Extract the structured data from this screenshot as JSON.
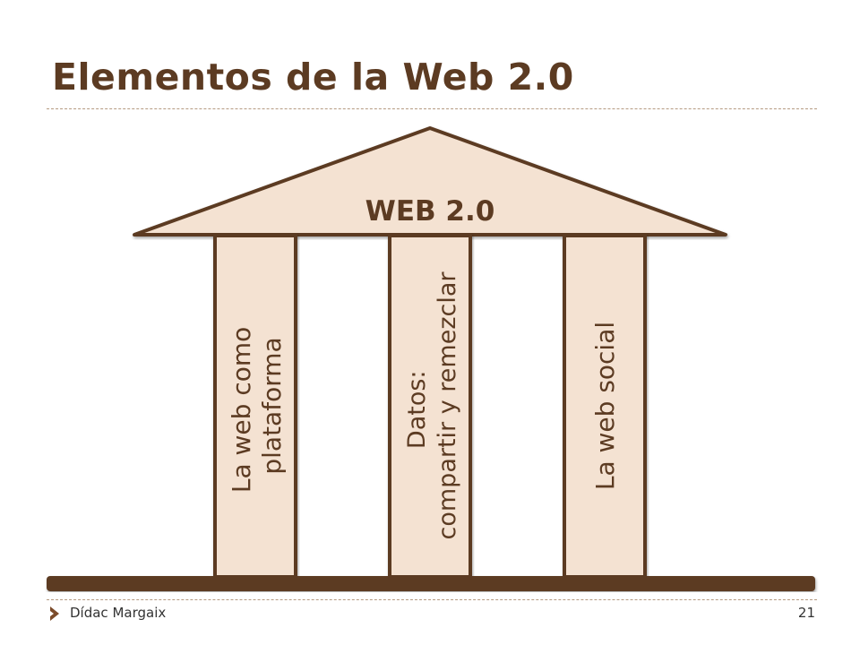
{
  "slide": {
    "title": "Elementos de la Web 2.0",
    "footer_author": "Dídac Margaix",
    "page_number": "21"
  },
  "diagram": {
    "roof_label": "WEB 2.0",
    "pillars": [
      {
        "lines": [
          "La web como",
          "plataforma"
        ]
      },
      {
        "lines": [
          "Datos:",
          "compartir y remezclar"
        ]
      },
      {
        "lines": [
          "La web social"
        ]
      }
    ]
  },
  "colors": {
    "brown": "#5c3b22",
    "fill": "#f4e2d2",
    "accent": "#7b4b2a"
  }
}
